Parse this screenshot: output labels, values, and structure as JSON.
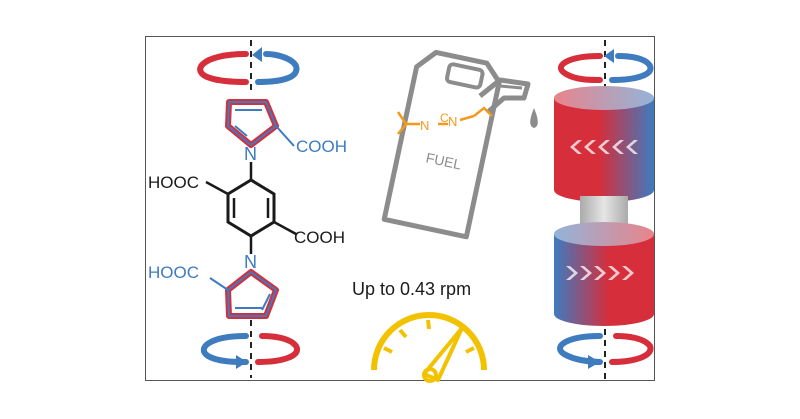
{
  "molecule": {
    "top_acid": "COOH",
    "left_acid": "HOOC",
    "right_acid": "COOH",
    "bottom_acid": "HOOC",
    "n_top": "N",
    "n_bottom": "N"
  },
  "fuel": {
    "can_label": "FUEL",
    "n1": "N",
    "c": "C",
    "n2": "N"
  },
  "speed_text": "Up to 0.43 rpm",
  "colors": {
    "red": "#d62e3b",
    "blue": "#3e7bbf",
    "orange": "#f39a1d",
    "gauge": "#f2c200",
    "gray": "#8c8c8c",
    "dark": "#1a1a1a"
  }
}
